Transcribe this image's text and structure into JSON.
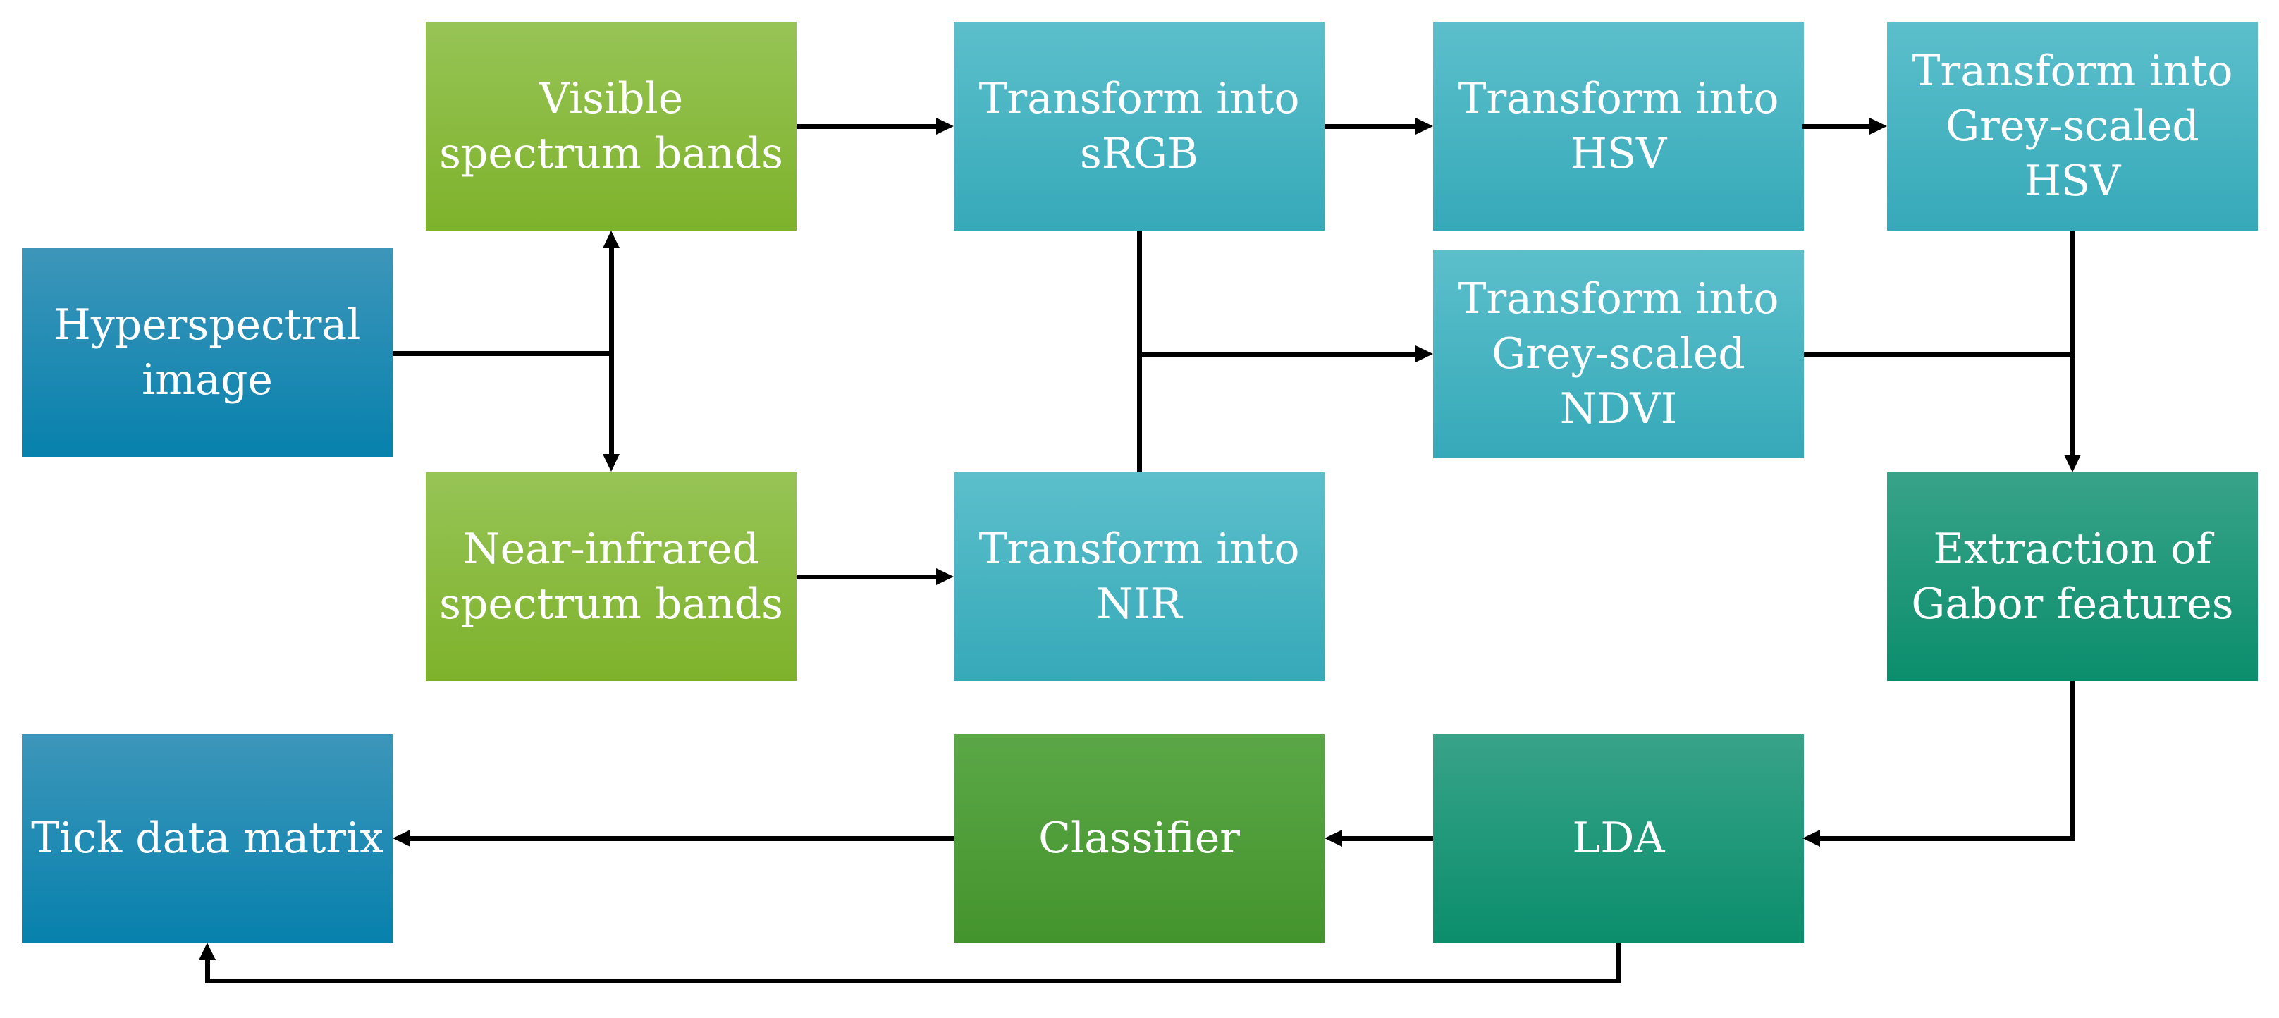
{
  "figure": {
    "type": "flowchart",
    "description": "Processing pipeline from hyperspectral image to tick data matrix",
    "background": "#FFFFFF"
  },
  "palette": {
    "blue_top": "#3D96BA",
    "blue_bottom": "#0781AD",
    "green_top": "#97C456",
    "green_bottom": "#7EB22B",
    "teal_top": "#5CBFCB",
    "teal_bottom": "#36A9B9",
    "seagreen_top": "#38A389",
    "seagreen_bottom": "#0B8E6C",
    "grass_top": "#5BA747",
    "grass_bottom": "#44942D",
    "arrow": "#000000",
    "text": "#FFFFFF"
  },
  "nodes": [
    {
      "id": "hyperspectral-image",
      "label": "Hyperspectral\nimage",
      "color": "blue"
    },
    {
      "id": "visible-spectrum-bands",
      "label": "Visible\nspectrum bands",
      "color": "green"
    },
    {
      "id": "near-infrared-spectrum-bands",
      "label": "Near-infrared\nspectrum bands",
      "color": "green"
    },
    {
      "id": "transform-srgb",
      "label": "Transform into\nsRGB",
      "color": "teal"
    },
    {
      "id": "transform-hsv",
      "label": "Transform into\nHSV",
      "color": "teal"
    },
    {
      "id": "transform-grey-scaled-hsv",
      "label": "Transform into\nGrey-scaled\nHSV",
      "color": "teal"
    },
    {
      "id": "transform-grey-scaled-ndvi",
      "label": "Transform into\nGrey-scaled\nNDVI",
      "color": "teal"
    },
    {
      "id": "transform-nir",
      "label": "Transform into\nNIR",
      "color": "teal"
    },
    {
      "id": "extraction-gabor-features",
      "label": "Extraction of\nGabor features",
      "color": "seagreen"
    },
    {
      "id": "lda",
      "label": "LDA",
      "color": "seagreen"
    },
    {
      "id": "classifier",
      "label": "Classifier",
      "color": "grass"
    },
    {
      "id": "tick-data-matrix",
      "label": "Tick data matrix",
      "color": "blue"
    }
  ],
  "edges": [
    {
      "from": "hyperspectral-image",
      "to": "visible-spectrum-bands"
    },
    {
      "from": "hyperspectral-image",
      "to": "near-infrared-spectrum-bands"
    },
    {
      "from": "visible-spectrum-bands",
      "to": "transform-srgb"
    },
    {
      "from": "near-infrared-spectrum-bands",
      "to": "transform-nir"
    },
    {
      "from": "transform-srgb",
      "to": "transform-hsv"
    },
    {
      "from": "transform-hsv",
      "to": "transform-grey-scaled-hsv"
    },
    {
      "from": "transform-srgb",
      "to": "transform-grey-scaled-ndvi"
    },
    {
      "from": "transform-nir",
      "to": "transform-grey-scaled-ndvi"
    },
    {
      "from": "transform-grey-scaled-hsv",
      "to": "extraction-gabor-features"
    },
    {
      "from": "transform-grey-scaled-ndvi",
      "to": "extraction-gabor-features"
    },
    {
      "from": "extraction-gabor-features",
      "to": "lda"
    },
    {
      "from": "lda",
      "to": "classifier"
    },
    {
      "from": "classifier",
      "to": "tick-data-matrix"
    },
    {
      "from": "lda",
      "to": "tick-data-matrix"
    }
  ]
}
